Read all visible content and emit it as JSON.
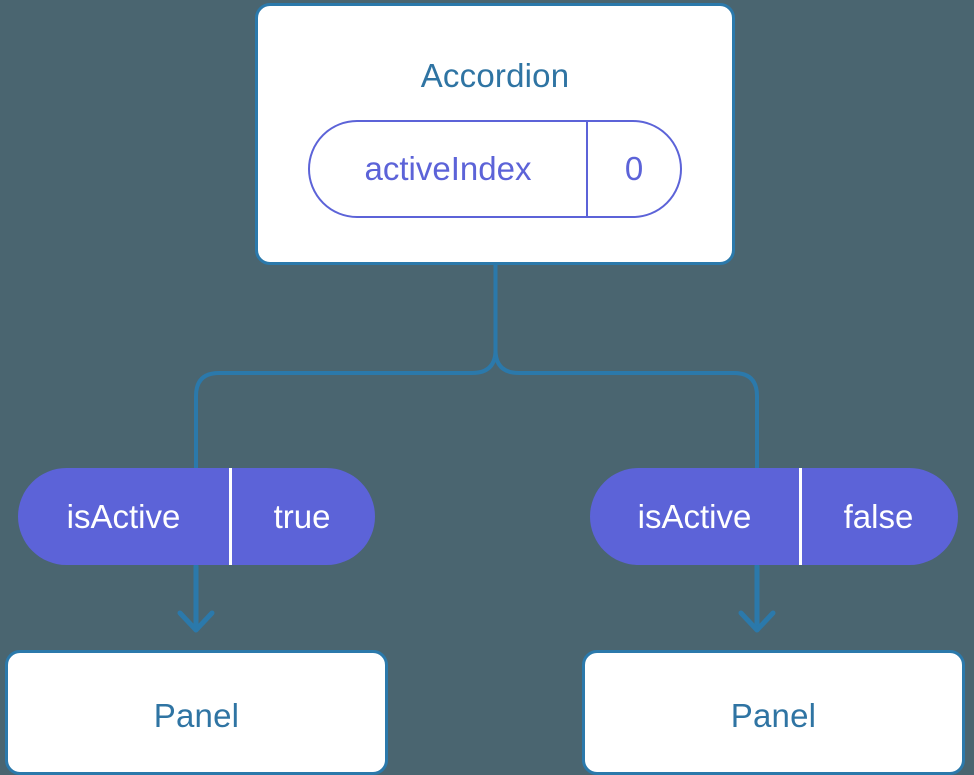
{
  "diagram": {
    "type": "component-state-tree",
    "background_color": "#4a6570",
    "accent_blue": "#2b79ab",
    "accent_purple": "#5c63d8",
    "text_blue": "#2f74a3",
    "root": {
      "title": "Accordion",
      "state": {
        "key": "activeIndex",
        "value": "0"
      }
    },
    "branches": [
      {
        "side": "left",
        "prop": {
          "key": "isActive",
          "value": "true"
        },
        "child": {
          "title": "Panel"
        }
      },
      {
        "side": "right",
        "prop": {
          "key": "isActive",
          "value": "false"
        },
        "child": {
          "title": "Panel"
        }
      }
    ]
  }
}
